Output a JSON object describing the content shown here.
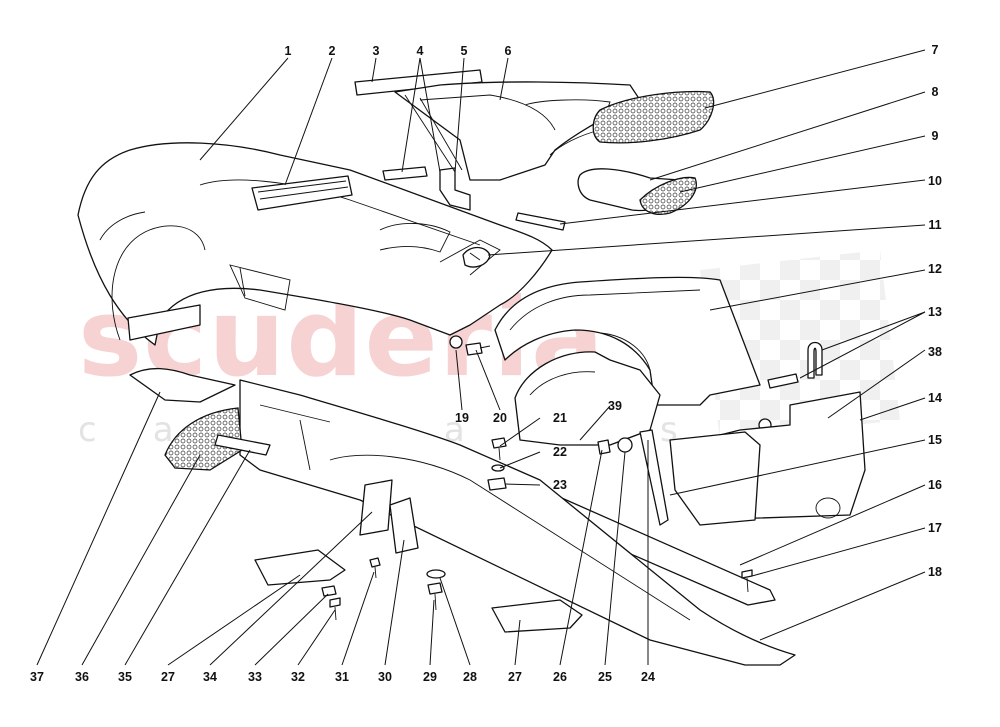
{
  "watermark": {
    "main": "scuderia",
    "sub": "car parts"
  },
  "labels": {
    "p1": "1",
    "p2": "2",
    "p3": "3",
    "p4": "4",
    "p5": "5",
    "p6": "6",
    "p7": "7",
    "p8": "8",
    "p9": "9",
    "p10": "10",
    "p11": "11",
    "p12": "12",
    "p13": "13",
    "p14": "14",
    "p15": "15",
    "p16": "16",
    "p17": "17",
    "p18": "18",
    "p19": "19",
    "p20": "20",
    "p21": "21",
    "p22": "22",
    "p23": "23",
    "p24": "24",
    "p25": "25",
    "p26": "26",
    "p27a": "27",
    "p27b": "27",
    "p28": "28",
    "p29": "29",
    "p30": "30",
    "p31": "31",
    "p32": "32",
    "p33": "33",
    "p34": "34",
    "p35": "35",
    "p36": "36",
    "p37": "37",
    "p38": "38",
    "p39": "39"
  }
}
